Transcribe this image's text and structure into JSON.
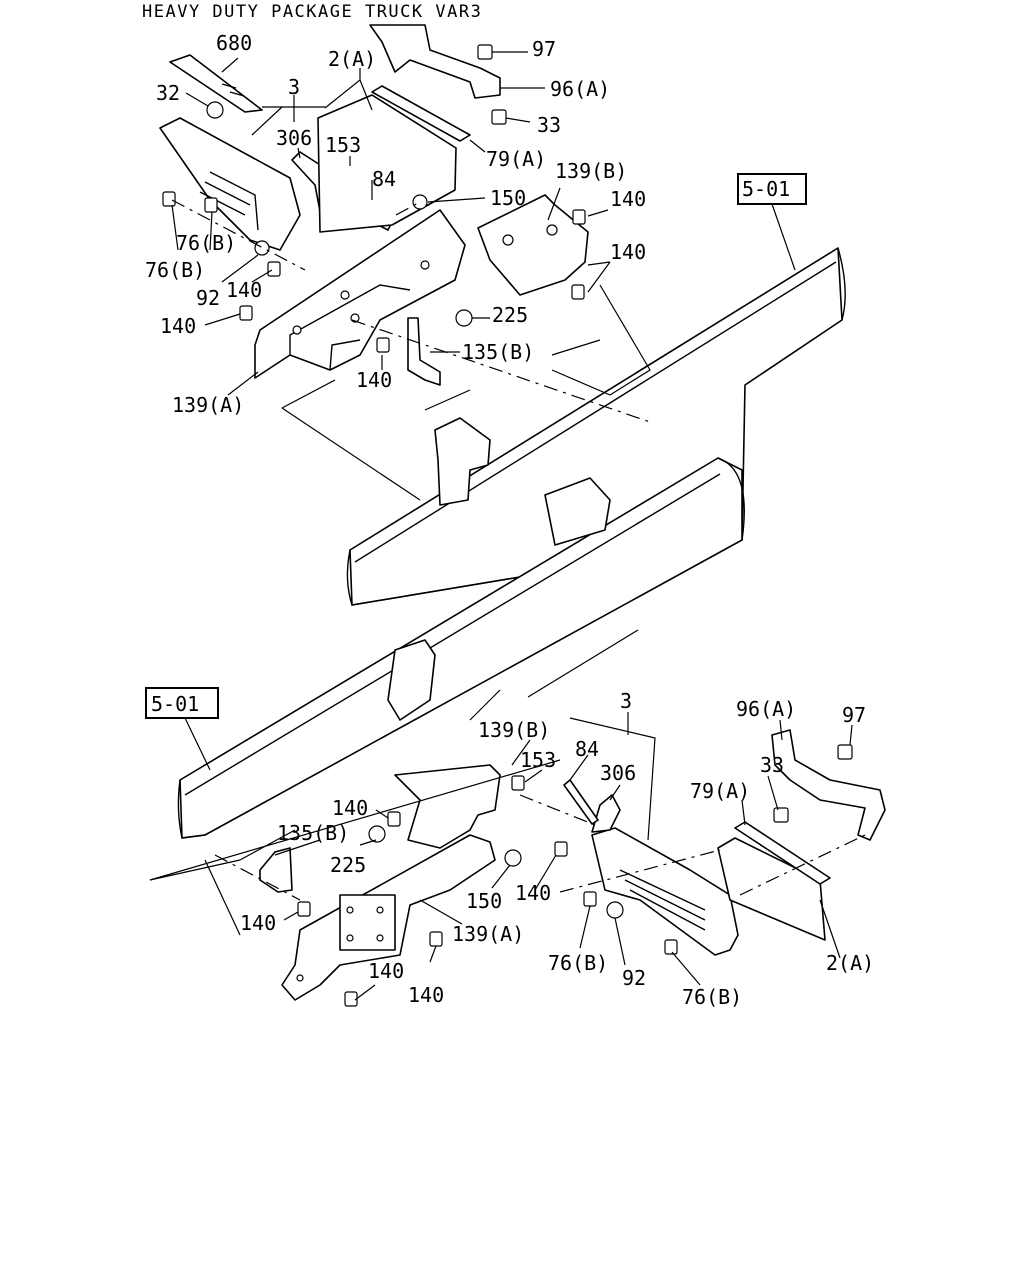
{
  "title": "HEAVY DUTY PACKAGE TRUCK VAR3",
  "refs": {
    "upper_section": "5-01",
    "lower_section": "5-01"
  },
  "upper_labels": {
    "l680": "680",
    "l32": "32",
    "l3": "3",
    "l306": "306",
    "l153": "153",
    "l2a": "2(A)",
    "l97": "97",
    "l96a": "96(A)",
    "l33": "33",
    "l79a": "79(A)",
    "l84": "84",
    "l150": "150",
    "l139b": "139(B)",
    "l140a": "140",
    "l140b": "140",
    "l76b1": "76(B)",
    "l76b2": "76(B)",
    "l92": "92",
    "l140c": "140",
    "l140d": "140",
    "l225": "225",
    "l135b": "135(B)",
    "l140e": "140",
    "l139a": "139(A)"
  },
  "lower_labels": {
    "l139b": "139(B)",
    "l3": "3",
    "l153": "153",
    "l84": "84",
    "l306": "306",
    "l96a": "96(A)",
    "l97": "97",
    "l33": "33",
    "l79a": "79(A)",
    "l140a": "140",
    "l135b": "135(B)",
    "l225": "225",
    "l150": "150",
    "l140b": "140",
    "l140c": "140",
    "l139a": "139(A)",
    "l76b1": "76(B)",
    "l92": "92",
    "l76b2": "76(B)",
    "l2a": "2(A)",
    "l140d": "140",
    "l140e": "140"
  }
}
